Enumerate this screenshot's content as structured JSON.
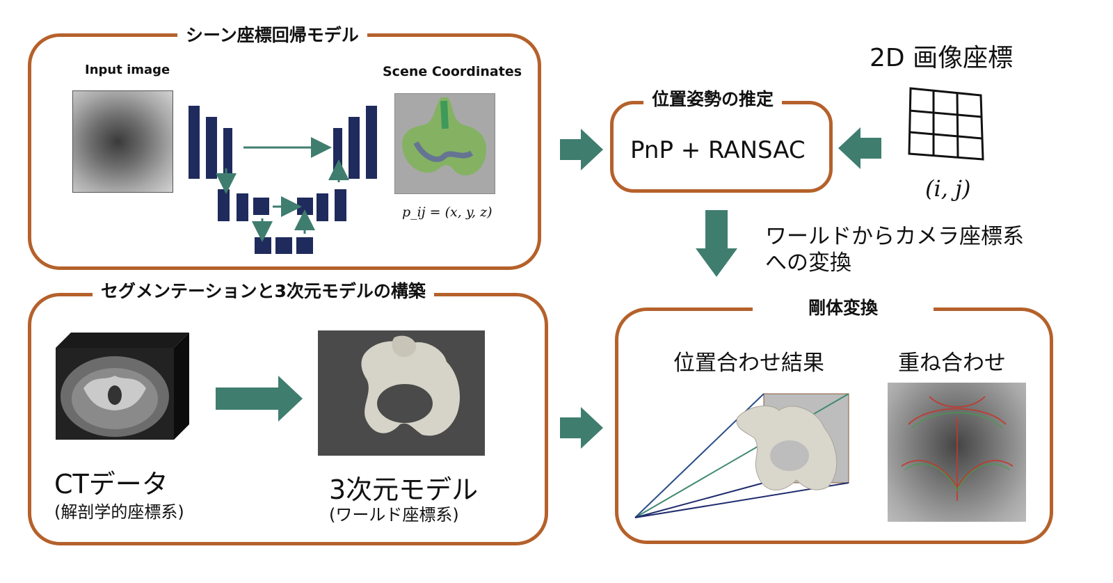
{
  "scene_regression": {
    "title": "シーン座標回帰モデル",
    "input_label": "Input image",
    "output_label": "Scene Coordinates",
    "formula": "p_ij = (x, y, z)"
  },
  "segmentation": {
    "title": "セグメンテーションと3次元モデルの構築",
    "ct_label": "CTデータ",
    "ct_sublabel": "(解剖学的座標系)",
    "model_label": "3次元モデル",
    "model_sublabel": "(ワールド座標系)"
  },
  "pose": {
    "title": "位置姿勢の推定",
    "method": "PnP + RANSAC"
  },
  "image_coords": {
    "title": "2D 画像座標",
    "index": "(i, j)"
  },
  "transform_note": {
    "line1": "ワールドからカメラ座標系",
    "line2": "への変換"
  },
  "rigid": {
    "title": "剛体変換",
    "result_label": "位置合わせ結果",
    "overlay_label": "重ね合わせ"
  },
  "colors": {
    "box_border": "#b5612b",
    "arrow": "#3f7d6f",
    "unet_block": "#1f2b5c"
  }
}
